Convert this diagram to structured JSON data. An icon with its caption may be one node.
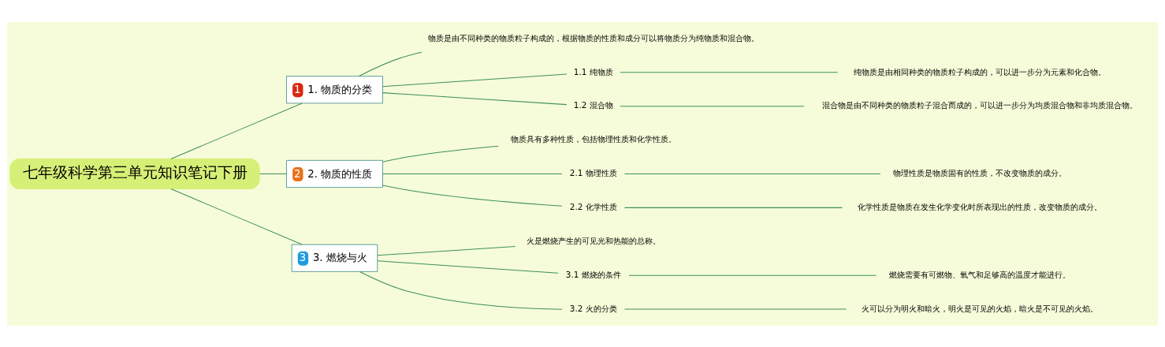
{
  "diagram": {
    "nodes": [
      {
        "text": [
          "七年级科学第三单元知识笔记下册"
        ]
      },
      {
        "text": [
          "1",
          "1. 物质的分类"
        ]
      },
      {
        "text": [
          "物质是由不同种类的物质粒子构成的，根据物质的性质和成分可以将物质分为纯物质和混合物。"
        ]
      },
      {
        "text": [
          "1.1 纯物质"
        ]
      },
      {
        "text": [
          "纯物质是由相同种类的物质粒子构成的，可以进一步分为元素和化合物。"
        ]
      },
      {
        "text": [
          "1.2 混合物"
        ]
      },
      {
        "text": [
          "混合物是由不同种类的物质粒子混合而成的，可以进一步分为均质混合物和非均质混合物。"
        ]
      },
      {
        "text": [
          "2",
          "2. 物质的性质"
        ]
      },
      {
        "text": [
          "物质具有多种性质，包括物理性质和化学性质。"
        ]
      },
      {
        "text": [
          "2.1 物理性质"
        ]
      },
      {
        "text": [
          "物理性质是物质固有的性质，不改变物质的成分。"
        ]
      },
      {
        "text": [
          "2.2 化学性质"
        ]
      },
      {
        "text": [
          "化学性质是物质在发生化学变化时所表现出的性质，改变物质的成分。"
        ]
      },
      {
        "text": [
          "3",
          "3. 燃烧与火"
        ]
      },
      {
        "text": [
          "火是燃烧产生的可见光和热能的总称。"
        ]
      },
      {
        "text": [
          "3.1 燃烧的条件"
        ]
      },
      {
        "text": [
          "燃烧需要有可燃物、氧气和足够高的温度才能进行。"
        ]
      },
      {
        "text": [
          "3.2 火的分类"
        ]
      },
      {
        "text": [
          "火可以分为明火和暗火，明火是可见的火焰，暗火是不可见的火焰。"
        ]
      }
    ],
    "edges": [
      {
        "from": 0,
        "to": 1,
        "arrow": "none"
      },
      {
        "from": 1,
        "to": 2,
        "arrow": "none"
      },
      {
        "from": 1,
        "to": 3,
        "arrow": "none"
      },
      {
        "from": 3,
        "to": 4,
        "arrow": "none"
      },
      {
        "from": 1,
        "to": 5,
        "arrow": "none"
      },
      {
        "from": 5,
        "to": 6,
        "arrow": "none"
      },
      {
        "from": 0,
        "to": 7,
        "arrow": "none"
      },
      {
        "from": 7,
        "to": 8,
        "arrow": "none"
      },
      {
        "from": 7,
        "to": 9,
        "arrow": "none"
      },
      {
        "from": 9,
        "to": 10,
        "arrow": "none"
      },
      {
        "from": 7,
        "to": 11,
        "arrow": "none"
      },
      {
        "from": 11,
        "to": 12,
        "arrow": "none"
      },
      {
        "from": 0,
        "to": 13,
        "arrow": "none"
      },
      {
        "from": 13,
        "to": 14,
        "arrow": "none"
      },
      {
        "from": 13,
        "to": 15,
        "arrow": "none"
      },
      {
        "from": 15,
        "to": 16,
        "arrow": "none"
      },
      {
        "from": 13,
        "to": 17,
        "arrow": "none"
      },
      {
        "from": 17,
        "to": 18,
        "arrow": "none"
      }
    ]
  }
}
